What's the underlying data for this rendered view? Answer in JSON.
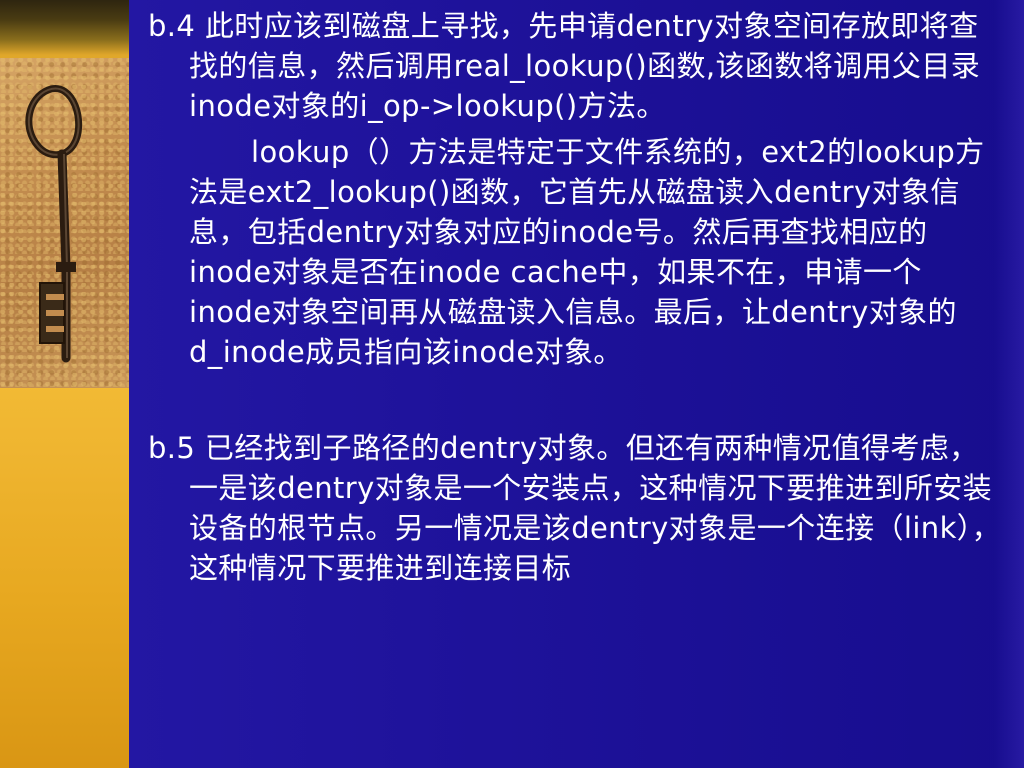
{
  "slide": {
    "paragraphs": {
      "b4": "b.4 此时应该到磁盘上寻找，先申请dentry对象空间存放即将查找的信息，然后调用real_lookup()函数,该函数将调用父目录inode对象的i_op->lookup()方法。",
      "lookup_detail": "lookup（）方法是特定于文件系统的，ext2的lookup方法是ext2_lookup()函数，它首先从磁盘读入dentry对象信息，包括dentry对象对应的inode号。然后再查找相应的inode对象是否在inode cache中，如果不在，申请一个inode对象空间再从磁盘读入信息。最后，让dentry对象的d_inode成员指向该inode对象。",
      "b5": "b.5  已经找到子路径的dentry对象。但还有两种情况值得考虑，一是该dentry对象是一个安装点，这种情况下要推进到所安装设备的根节点。另一情况是该dentry对象是一个连接（link），这种情况下要推进到连接目标"
    }
  },
  "colors": {
    "background": "#1c1294",
    "text": "#ffffff",
    "left_strip": "#f0b832"
  },
  "decorations": {
    "left_image": "key-photo"
  }
}
